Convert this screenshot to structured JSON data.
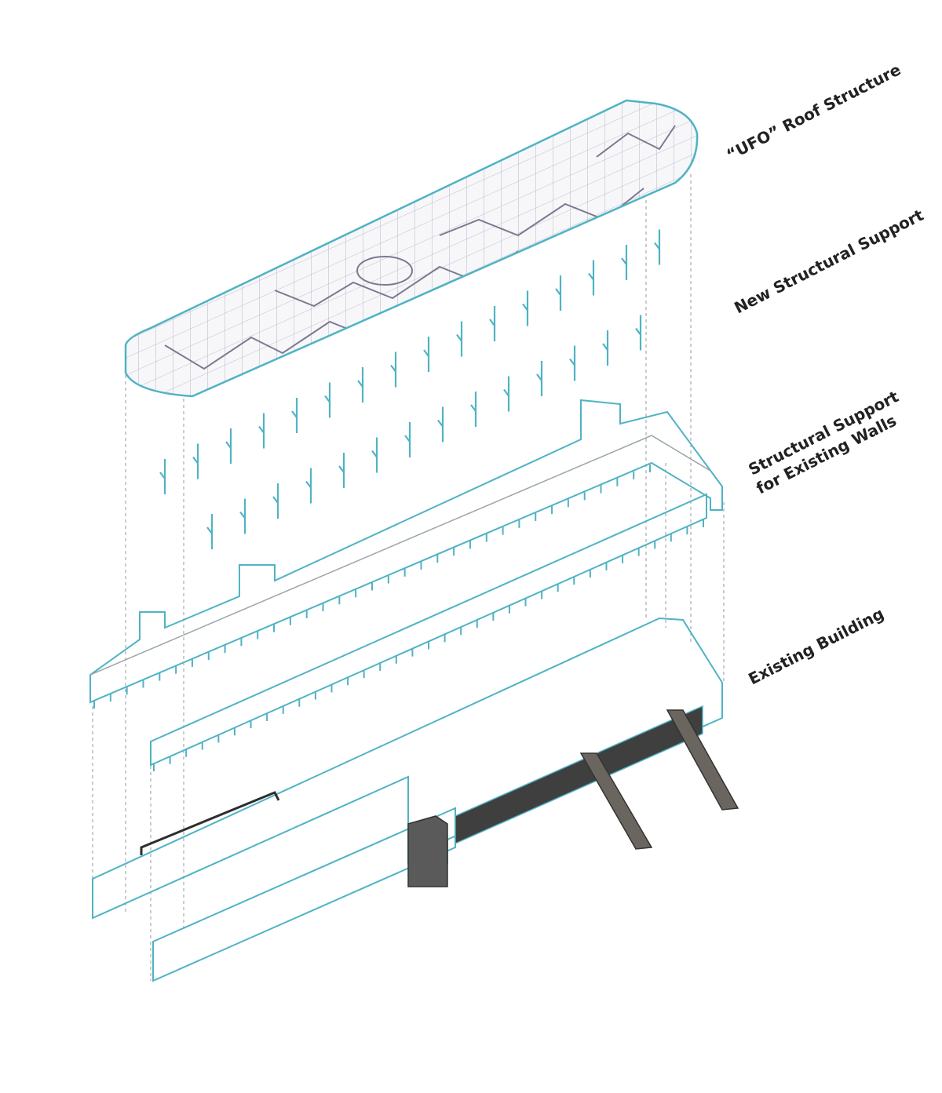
{
  "labels": {
    "roof": "“UFO” Roof Structure",
    "new_support": "New Structural Support",
    "wall_support_line1": "Structural Support",
    "wall_support_line2": "for Existing Walls",
    "existing": "Existing Building"
  },
  "colors": {
    "accent_outline": "#4fb3c4",
    "building_dark": "#4a4a4a",
    "frame_light": "#e8ecee",
    "grid_line": "#b8b8c8",
    "leader_dash": "#9a9a9a",
    "label_text": "#222222"
  }
}
